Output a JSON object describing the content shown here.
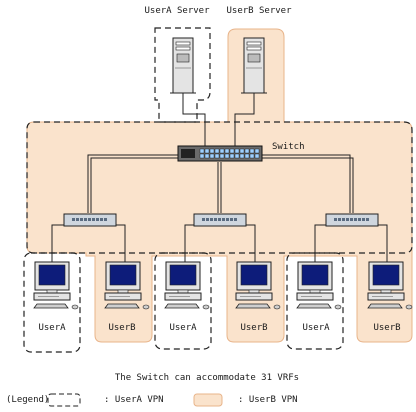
{
  "servers": [
    {
      "label": "UserA Server",
      "vpn": "UserA"
    },
    {
      "label": "UserB Server",
      "vpn": "UserB"
    }
  ],
  "core_switch": {
    "label": "Switch"
  },
  "access_switches": 3,
  "terminals": [
    {
      "label": "UserA",
      "vpn": "UserA"
    },
    {
      "label": "UserB",
      "vpn": "UserB"
    },
    {
      "label": "UserA",
      "vpn": "UserA"
    },
    {
      "label": "UserB",
      "vpn": "UserB"
    },
    {
      "label": "UserA",
      "vpn": "UserA"
    },
    {
      "label": "UserB",
      "vpn": "UserB"
    }
  ],
  "caption": "The Switch can accommodate 31 VRFs",
  "legend": {
    "title": "(Legend)",
    "usera_label": ": UserA VPN",
    "userb_label": ": UserB VPN"
  },
  "colors": {
    "userb_fill": "#fae3cc",
    "userb_stroke": "#e8b48a",
    "usera_stroke": "#222222",
    "device_body": "#e4e4e4",
    "device_screen": "#0d1c7a"
  }
}
